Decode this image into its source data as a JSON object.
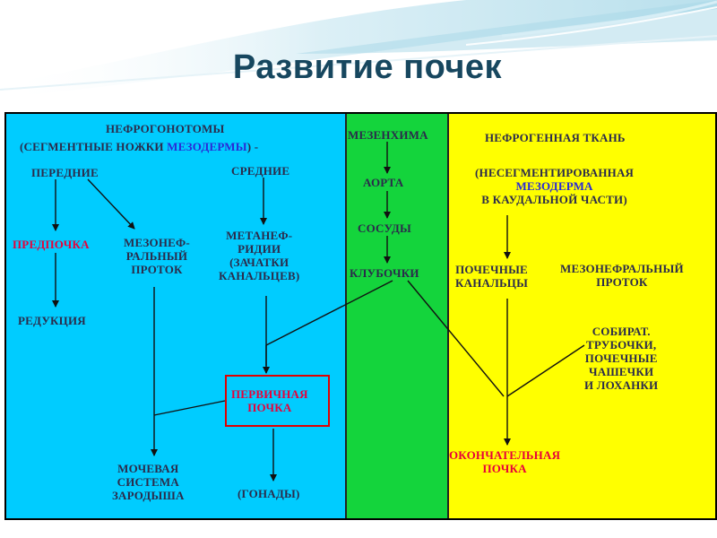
{
  "slide": {
    "title": "Развитие почек"
  },
  "colors": {
    "cyan": "#00ccff",
    "green": "#14d43c",
    "yellow": "#ffff00",
    "title": "#17475f",
    "red_text": "#e8003a",
    "blue_text": "#2a2ad6"
  },
  "nodes": {
    "nephrogonotomy_heading": "НЕФРОГОНОТОМЫ",
    "segmental_prefix": "(СЕГМЕНТНЫЕ  НОЖКИ ",
    "mesoderm_word": "МЕЗОДЕРМЫ",
    "segmental_suffix": ") -",
    "anterior": "ПЕРЕДНИЕ",
    "middle": "СРЕДНИЕ",
    "pronephros": "ПРЕДПОЧКА",
    "mesonephric_duct_1": "МЕЗОНЕФ-",
    "mesonephric_duct_2": "РАЛЬНЫЙ",
    "mesonephric_duct_3": "ПРОТОК",
    "metanephridia_1": "МЕТАНЕФ-",
    "metanephridia_2": "РИДИИ",
    "metanephridia_3": "(ЗАЧАТКИ",
    "metanephridia_4": "КАНАЛЬЦЕВ)",
    "reduction": "РЕДУКЦИЯ",
    "primary_kidney_1": "ПЕРВИЧНАЯ",
    "primary_kidney_2": "ПОЧКА",
    "urinary_system_1": "МОЧЕВАЯ",
    "urinary_system_2": "СИСТЕМА",
    "urinary_system_3": "ЗАРОДЫША",
    "gonads": "(ГОНАДЫ)",
    "mesenchyme": "МЕЗЕНХИМА",
    "aorta": "АОРТА",
    "vessels": "СОСУДЫ",
    "glomeruli": "КЛУБОЧКИ",
    "nephrogenic_tissue": "НЕФРОГЕННАЯ ТКАНЬ",
    "unsegmented_1": "(НЕСЕГМЕНТИРОВАННАЯ",
    "unsegmented_2": "МЕЗОДЕРМА",
    "unsegmented_3": "В КАУДАЛЬНОЙ ЧАСТИ)",
    "renal_tubules_1": "ПОЧЕЧНЫЕ",
    "renal_tubules_2": "КАНАЛЬЦЫ",
    "mesonephric_duct_right_1": "МЕЗОНЕФРАЛЬНЫЙ",
    "mesonephric_duct_right_2": "ПРОТОК",
    "collecting_1": "СОБИРАТ.",
    "collecting_2": "ТРУБОЧКИ,",
    "collecting_3": "ПОЧЕЧНЫЕ",
    "collecting_4": "ЧАШЕЧКИ",
    "collecting_5": "И ЛОХАНКИ",
    "final_kidney_1": "ОКОНЧАТЕЛЬНАЯ",
    "final_kidney_2": "ПОЧКА"
  }
}
